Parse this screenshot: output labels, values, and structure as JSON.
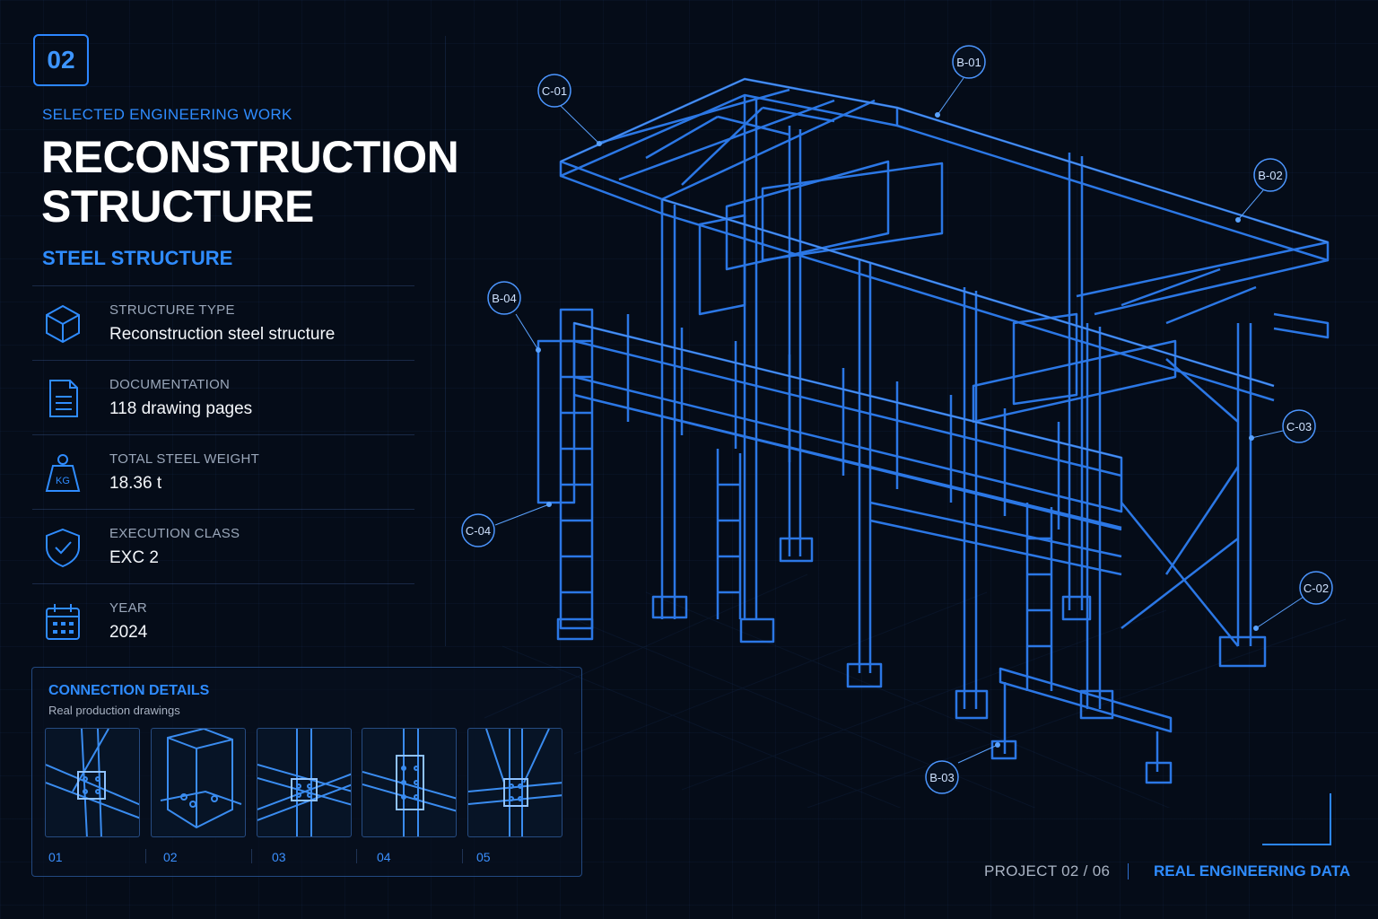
{
  "badge": "02",
  "kicker": "SELECTED ENGINEERING WORK",
  "title": [
    "RECONSTRUCTION",
    "STRUCTURE"
  ],
  "subtitle": "STEEL STRUCTURE",
  "specs": [
    {
      "label": "STRUCTURE TYPE",
      "value": "Reconstruction steel structure",
      "icon": "cube-icon"
    },
    {
      "label": "DOCUMENTATION",
      "value": "118 drawing pages",
      "icon": "document-icon"
    },
    {
      "label": "TOTAL STEEL WEIGHT",
      "value": "18.36 t",
      "icon": "weight-icon",
      "icon_text": "KG"
    },
    {
      "label": "EXECUTION CLASS",
      "value": "EXC 2",
      "icon": "shield-check-icon"
    },
    {
      "label": "YEAR",
      "value": "2024",
      "icon": "calendar-icon"
    }
  ],
  "details": {
    "title": "CONNECTION DETAILS",
    "subtitle": "Real production drawings",
    "thumbnails": [
      "01",
      "02",
      "03",
      "04",
      "05"
    ]
  },
  "callouts": [
    "C-01",
    "B-01",
    "B-02",
    "B-04",
    "C-03",
    "C-04",
    "C-02",
    "B-03"
  ],
  "footer": {
    "project": "PROJECT 02 / 06",
    "tagline": "REAL ENGINEERING DATA"
  },
  "colors": {
    "accent": "#2f8cff",
    "background": "#050c18",
    "text": "#ffffff",
    "muted": "#9aa7ba"
  }
}
